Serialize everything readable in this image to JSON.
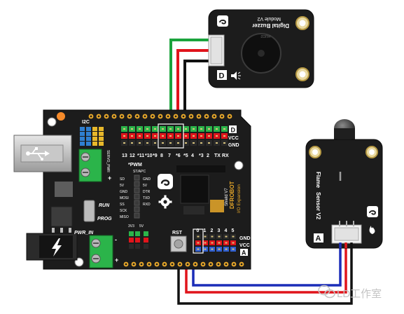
{
  "buzzer_module": {
    "name_line1": "Digital Buzzer",
    "name_line2": "Module V2",
    "badge": "D"
  },
  "flame_module": {
    "name": "Flame",
    "name2": "Sensor V2",
    "badge": "A",
    "plus": "+"
  },
  "board": {
    "digital_pins": [
      "13",
      "12",
      "11",
      "10",
      "9",
      "8",
      "7",
      "6",
      "5",
      "4",
      "3",
      "2",
      "TX",
      "RX"
    ],
    "digital_pin_prefixes": [
      "",
      "",
      "*",
      "*",
      "*",
      "",
      "",
      "*",
      "*",
      "",
      "*",
      "",
      "",
      ""
    ],
    "rail_vcc": "VCC",
    "rail_gnd": "GND",
    "digital_badge": "D",
    "analog_pins": [
      "0",
      "1",
      "2",
      "3",
      "4",
      "5"
    ],
    "analog_gnd": "GND",
    "analog_vcc": "VCC",
    "analog_badge": "A",
    "i2c": "I2C",
    "pwm": "*PWM",
    "st_apc": "ST/APC",
    "spi_left": [
      "SD",
      "5V",
      "GND",
      "MOSI",
      "SS",
      "SCK",
      "MISO"
    ],
    "spi_right": [
      "GND",
      "5V",
      "DTR",
      "TXD",
      "RXD"
    ],
    "run": "RUN",
    "prog": "PROG",
    "pwr_in": "PWR_IN",
    "rst": "RST",
    "servo_pwr": "SERVO_PWR",
    "brand_vertical": "DFROBOT",
    "expansion_vertical": "I/O Expansion",
    "version_vertical": "Shield V7",
    "bottom_small": [
      "3V3",
      "5V"
    ],
    "plus": "+",
    "minus": "-"
  },
  "watermark": "LD工作室",
  "wire_colors": {
    "signal_green": "#1aa33c",
    "vcc_red": "#e0141b",
    "gnd_black": "#111111",
    "signal_blue": "#1b2db8"
  }
}
